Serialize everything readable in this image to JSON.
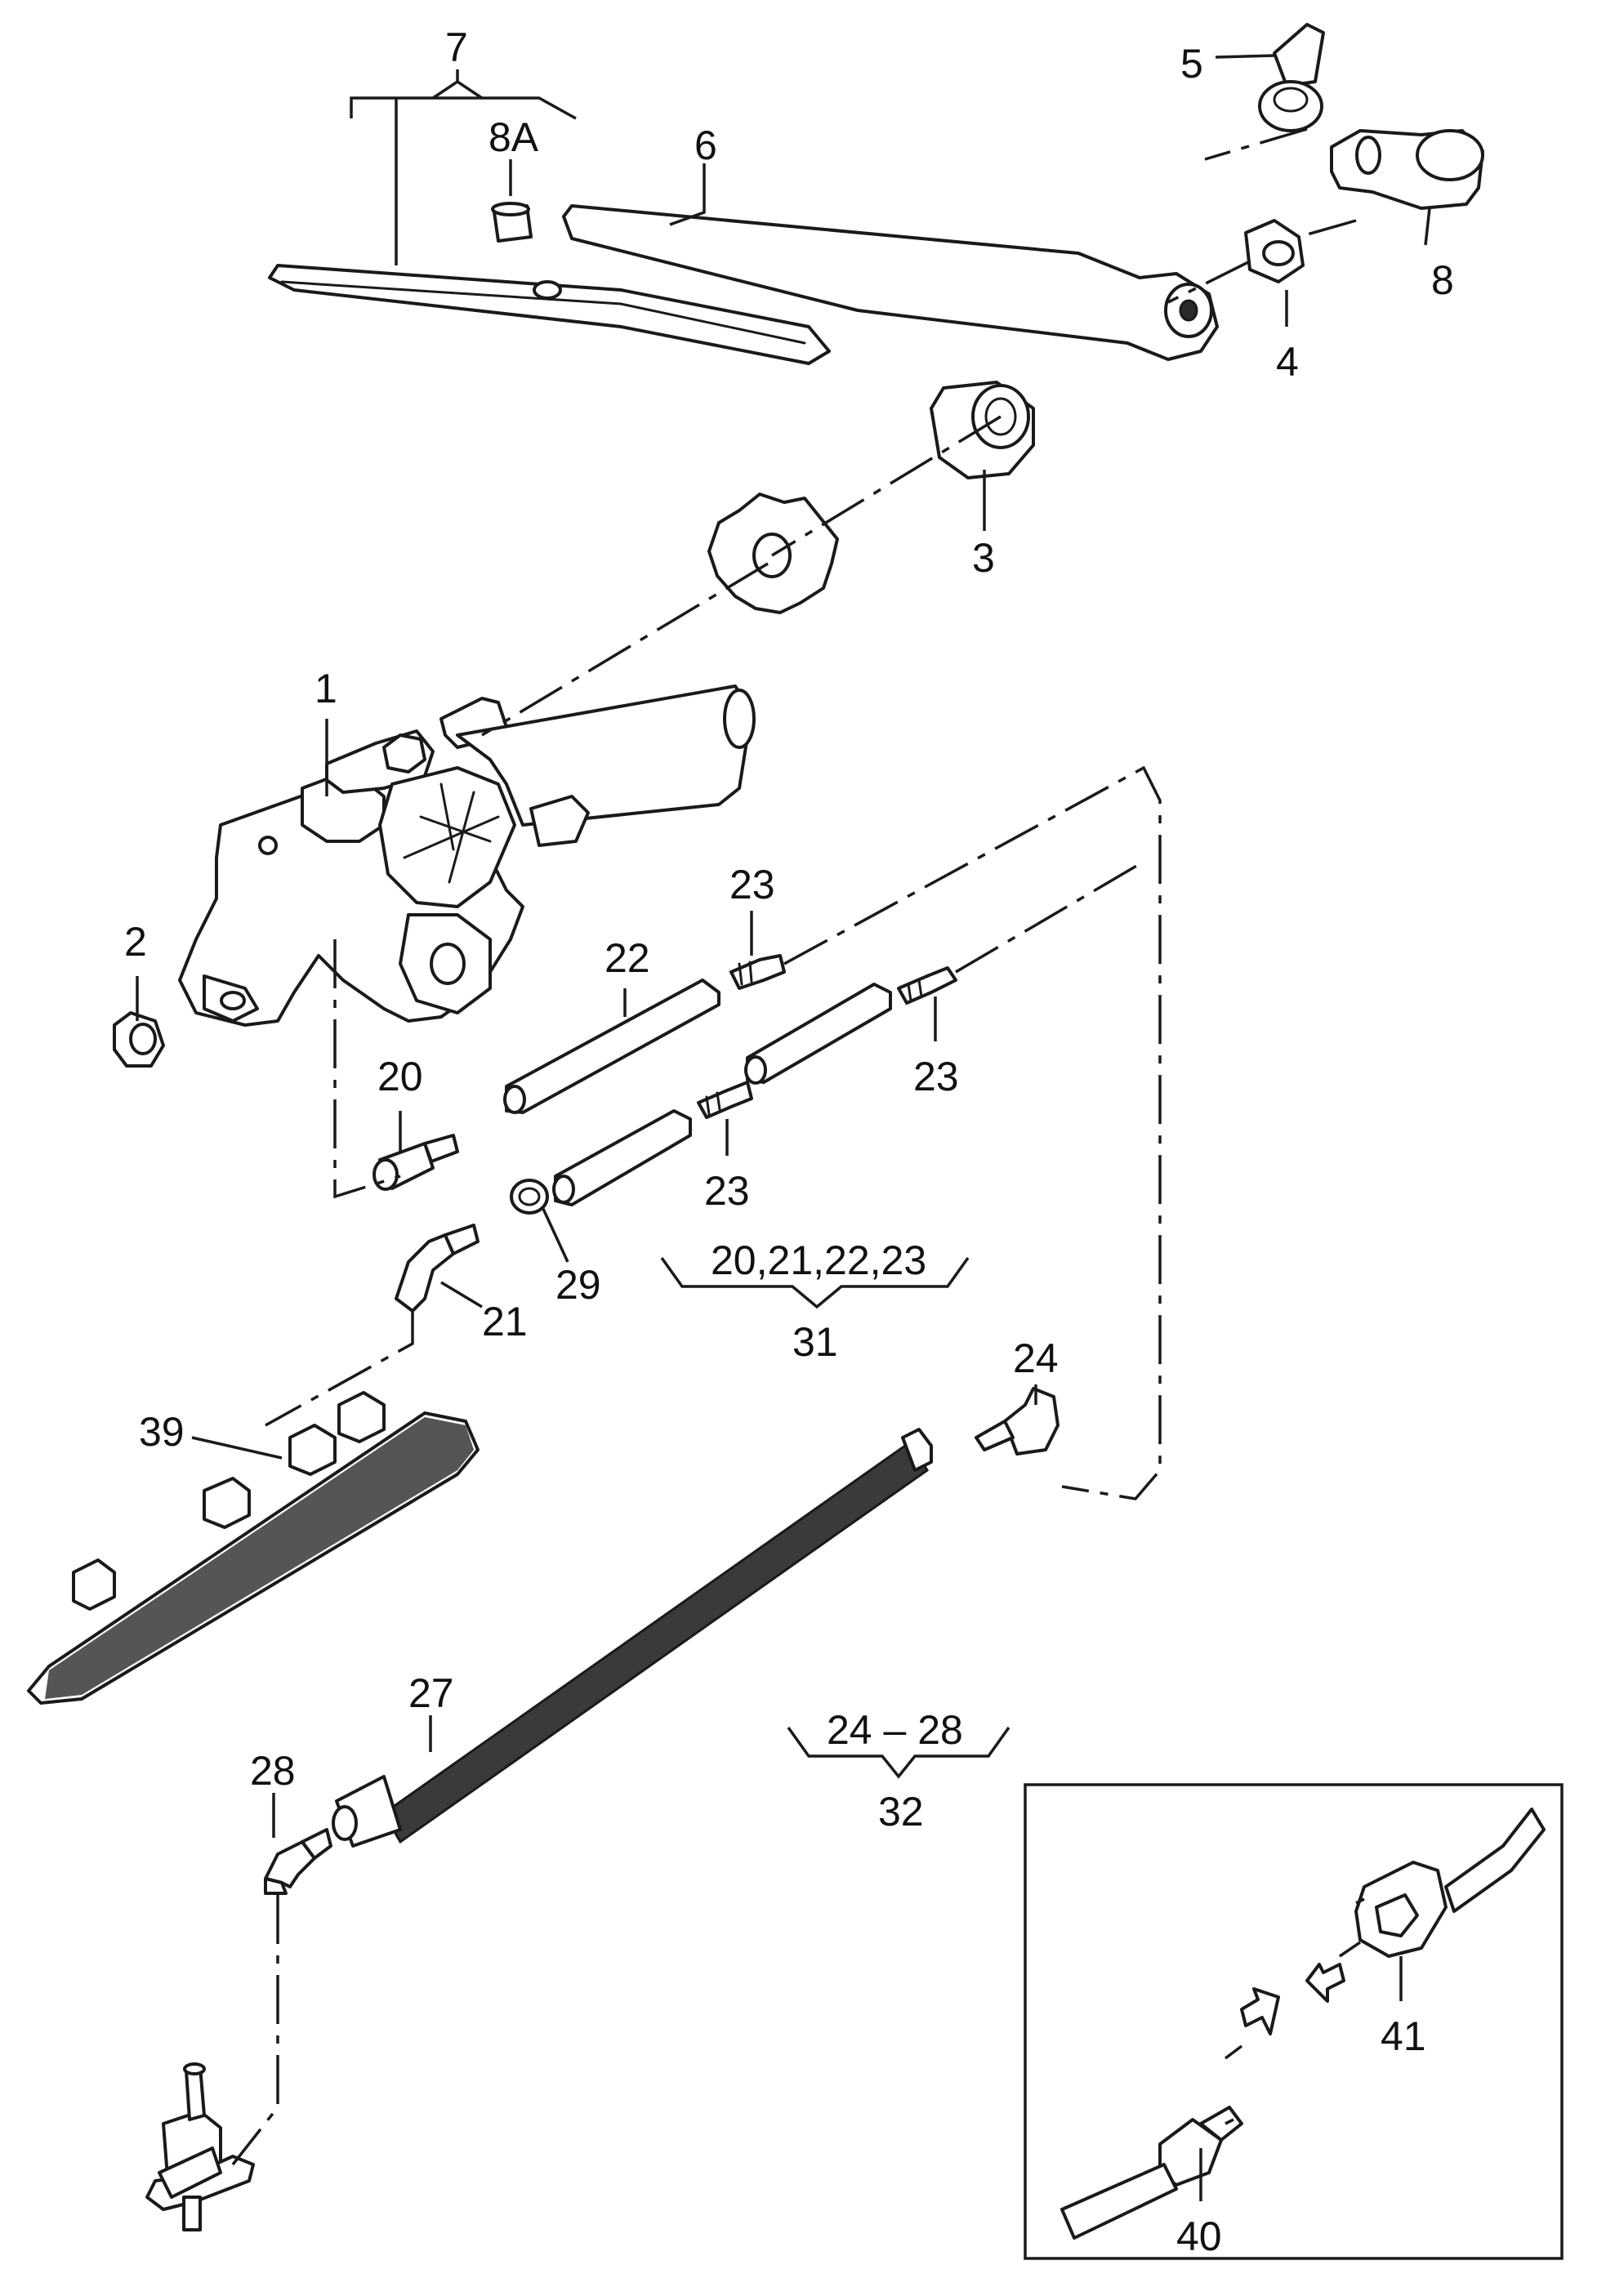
{
  "callouts": {
    "c1": "1",
    "c2": "2",
    "c3": "3",
    "c4": "4",
    "c5": "5",
    "c6": "6",
    "c7": "7",
    "c8": "8",
    "c8a": "8A",
    "c20": "20",
    "c21": "21",
    "c22": "22",
    "c23a": "23",
    "c23b": "23",
    "c23c": "23",
    "c24": "24",
    "c27": "27",
    "c28": "28",
    "c29": "29",
    "c31": "31",
    "c32": "32",
    "c39": "39",
    "c40": "40",
    "c41": "41",
    "group31": "20,21,22,23",
    "group32": "24 – 28"
  },
  "colors": {
    "line": "#1a1a1a",
    "background": "#ffffff"
  }
}
